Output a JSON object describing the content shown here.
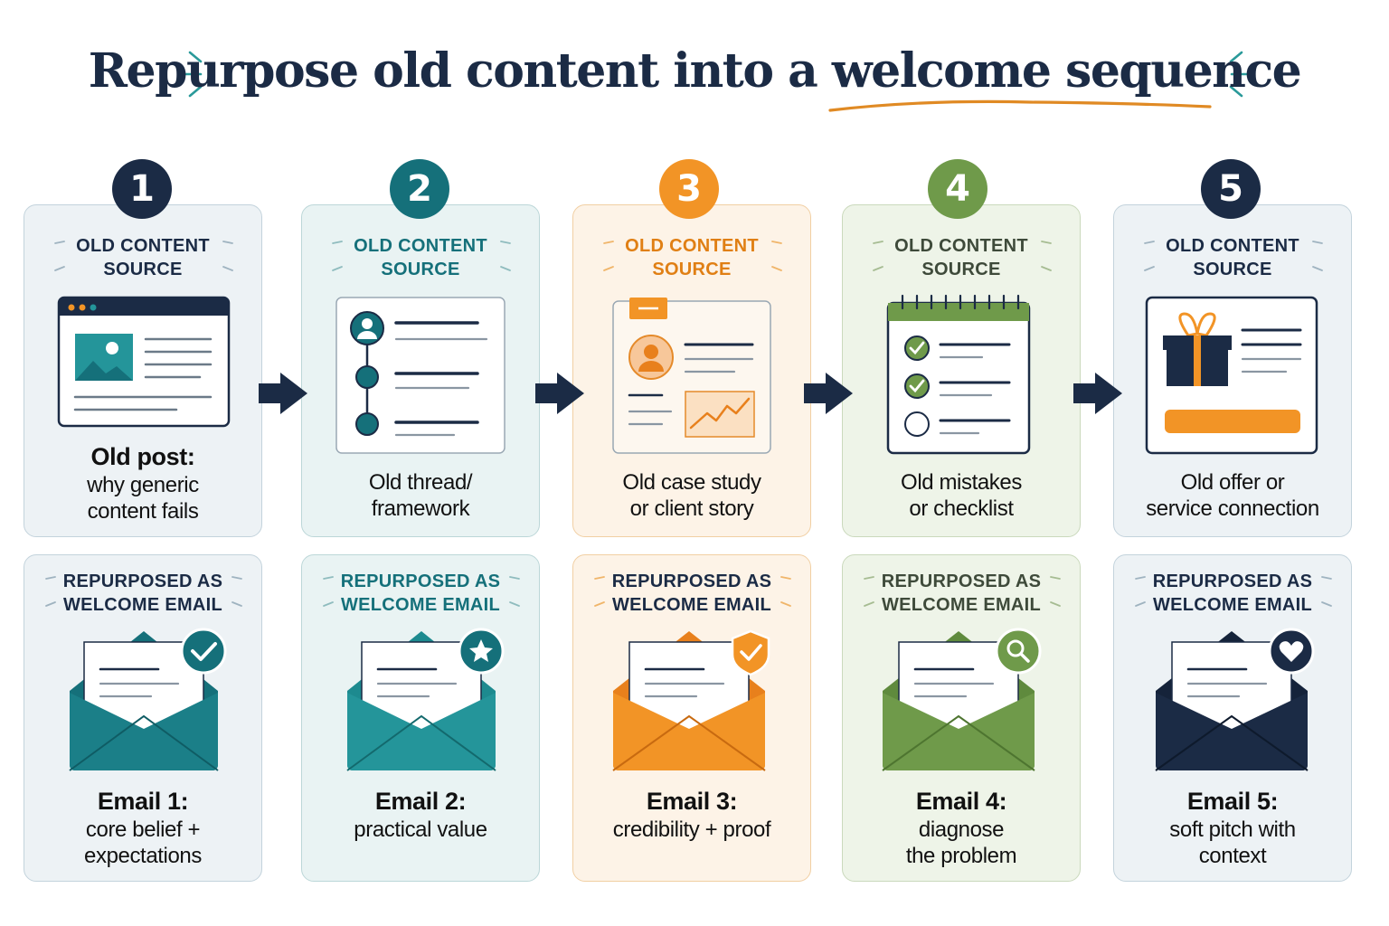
{
  "title": {
    "text": "Repurpose old content into a welcome sequence"
  },
  "colors": {
    "navy": "#1b2b45",
    "teal_dark": "#15707a",
    "teal": "#24959a",
    "orange": "#f29426",
    "green": "#6f9a4a",
    "accent_underline": "#e08a24"
  },
  "steps": [
    {
      "number": "1",
      "source_eyebrow_line1": "OLD CONTENT",
      "source_eyebrow_line2": "SOURCE",
      "source_title": "Old post:",
      "source_line1": "why generic",
      "source_line2": "content fails",
      "source_icon": "blog-post-icon",
      "email_eyebrow_line1": "REPURPOSED AS",
      "email_eyebrow_line2": "WELCOME EMAIL",
      "email_title": "Email 1:",
      "email_line1": "core belief +",
      "email_line2": "expectations",
      "email_icon": "check-icon"
    },
    {
      "number": "2",
      "source_eyebrow_line1": "OLD CONTENT",
      "source_eyebrow_line2": "SOURCE",
      "source_title": "",
      "source_line1": "Old thread/",
      "source_line2": "framework",
      "source_icon": "thread-framework-icon",
      "email_eyebrow_line1": "REPURPOSED AS",
      "email_eyebrow_line2": "WELCOME EMAIL",
      "email_title": "Email 2:",
      "email_line1": "practical value",
      "email_line2": "",
      "email_icon": "star-icon"
    },
    {
      "number": "3",
      "source_eyebrow_line1": "OLD CONTENT",
      "source_eyebrow_line2": "SOURCE",
      "source_title": "",
      "source_line1": "Old case study",
      "source_line2": "or client story",
      "source_icon": "case-study-icon",
      "email_eyebrow_line1": "REPURPOSED AS",
      "email_eyebrow_line2": "WELCOME EMAIL",
      "email_title": "Email 3:",
      "email_line1": "credibility + proof",
      "email_line2": "",
      "email_icon": "shield-check-icon"
    },
    {
      "number": "4",
      "source_eyebrow_line1": "OLD CONTENT",
      "source_eyebrow_line2": "SOURCE",
      "source_title": "",
      "source_line1": "Old mistakes",
      "source_line2": "or checklist",
      "source_icon": "checklist-notepad-icon",
      "email_eyebrow_line1": "REPURPOSED AS",
      "email_eyebrow_line2": "WELCOME EMAIL",
      "email_title": "Email 4:",
      "email_line1": "diagnose",
      "email_line2": "the problem",
      "email_icon": "magnifier-icon"
    },
    {
      "number": "5",
      "source_eyebrow_line1": "OLD CONTENT",
      "source_eyebrow_line2": "SOURCE",
      "source_title": "",
      "source_line1": "Old offer or",
      "source_line2": "service connection",
      "source_icon": "gift-offer-icon",
      "email_eyebrow_line1": "REPURPOSED AS",
      "email_eyebrow_line2": "WELCOME EMAIL",
      "email_title": "Email 5:",
      "email_line1": "soft pitch with",
      "email_line2": "context",
      "email_icon": "heart-icon"
    }
  ]
}
